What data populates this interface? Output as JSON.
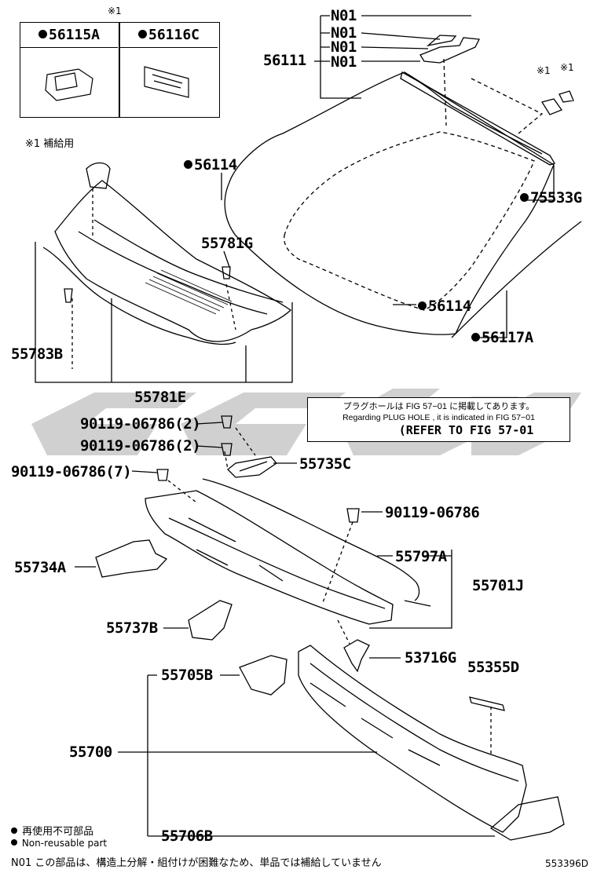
{
  "table": {
    "mark": "※1",
    "headers": [
      "56115A",
      "56116C"
    ]
  },
  "supply_note": "※1 補給用",
  "parts": {
    "n01_a": "N01",
    "n01_b": "N01",
    "n01_c": "N01",
    "n01_d": "N01",
    "p56111": "56111",
    "mark1a": "※1",
    "mark1b": "※1",
    "p56114_top": "56114",
    "p75533g": "75533G",
    "p55781g": "55781G",
    "p56114_bot": "56114",
    "p56117a": "56117A",
    "p55783b": "55783B",
    "p55781e": "55781E",
    "b1": "90119-06786(2)",
    "b2": "90119-06786(2)",
    "b3": "90119-06786(7)",
    "p55735c": "55735C",
    "b4": "90119-06786",
    "p55797a": "55797A",
    "p55734a": "55734A",
    "p55701j": "55701J",
    "p55737b": "55737B",
    "p53716g": "53716G",
    "p55355d": "55355D",
    "p55705b": "55705B",
    "p55700": "55700",
    "p55706b": "55706B"
  },
  "notice": {
    "line1": "プラグホールは FIG 57−01 に掲載してあります。",
    "line2": "Regarding PLUG HOLE , it is indicated in FIG 57−01",
    "line3": "(REFER TO FIG 57-01"
  },
  "legend": {
    "jp": "再使用不可部品",
    "en": "Non-reusable part"
  },
  "footnote": "N01  この部品は、構造上分解・組付けが困難なため、単品では補給していません",
  "figure_code": "553396D",
  "watermark_color": "#c8c8c8"
}
